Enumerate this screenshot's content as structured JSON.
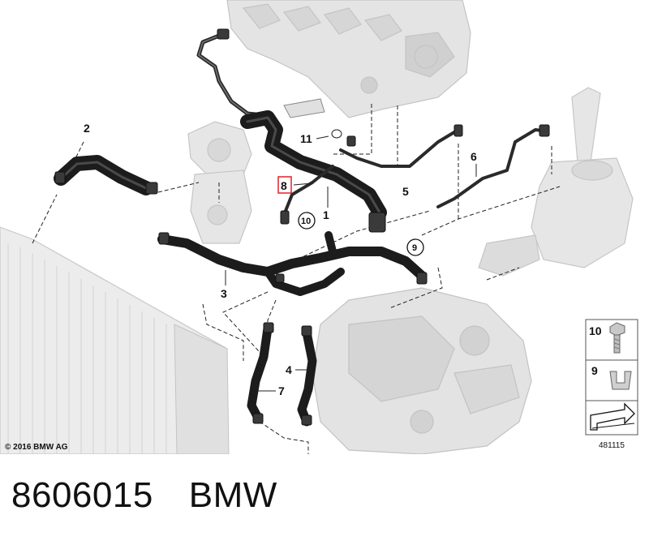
{
  "diagram": {
    "copyright": "© 2016 BMW AG",
    "figure_number": "481115",
    "callouts": [
      "1",
      "2",
      "3",
      "4",
      "5",
      "6",
      "7",
      "8",
      "11"
    ],
    "circled_callouts": [
      "9",
      "10"
    ],
    "highlighted_callout": "8",
    "highlight_color": "#e3202a",
    "legend": [
      {
        "number": "10",
        "icon": "bolt-icon"
      },
      {
        "number": "9",
        "icon": "clip-icon"
      },
      {
        "number": "",
        "icon": "direction-arrow-icon"
      }
    ]
  },
  "caption": {
    "part_number": "8606015",
    "brand": "BMW"
  }
}
